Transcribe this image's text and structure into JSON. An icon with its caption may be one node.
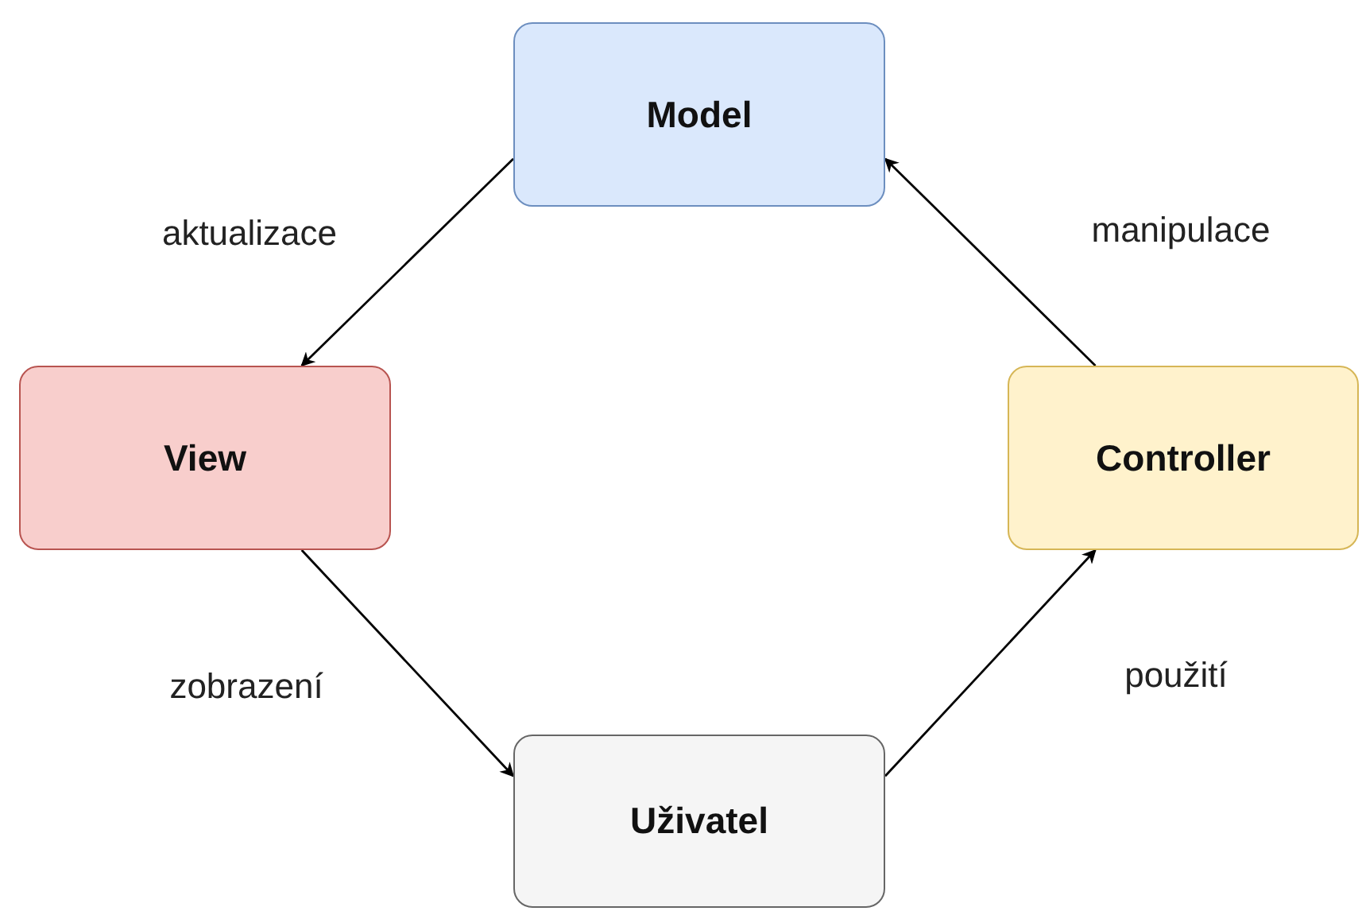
{
  "diagram": {
    "nodes": [
      {
        "text": [
          "Model"
        ]
      },
      {
        "text": [
          "View"
        ]
      },
      {
        "text": [
          "Controller"
        ]
      },
      {
        "text": [
          "Uživatel"
        ]
      }
    ],
    "edges": [
      {
        "from": 0,
        "to": 1,
        "arrow": "to",
        "label": "aktualizace"
      },
      {
        "from": 1,
        "to": 3,
        "arrow": "to",
        "label": "zobrazení"
      },
      {
        "from": 3,
        "to": 2,
        "arrow": "to",
        "label": "použití"
      },
      {
        "from": 2,
        "to": 0,
        "arrow": "to",
        "label": "manipulace"
      }
    ]
  }
}
